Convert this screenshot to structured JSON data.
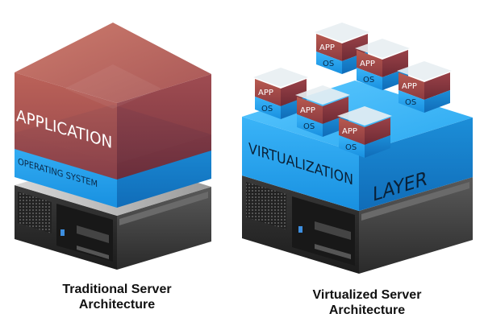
{
  "traditional": {
    "application_label": "APPLICATION",
    "os_label": "OPERATING SYSTEM",
    "caption_line1": "Traditional Server",
    "caption_line2": "Architecture"
  },
  "virtualized": {
    "layer_word1": "VIRTUALIZATION",
    "layer_word2": "LAYER",
    "app_label": "APP",
    "os_label": "OS",
    "caption_line1": "Virtualized Server",
    "caption_line2": "Architecture"
  },
  "colors": {
    "application": "#a05050",
    "os_layer": "#1aa0e8",
    "server": "#2e2e2e"
  }
}
